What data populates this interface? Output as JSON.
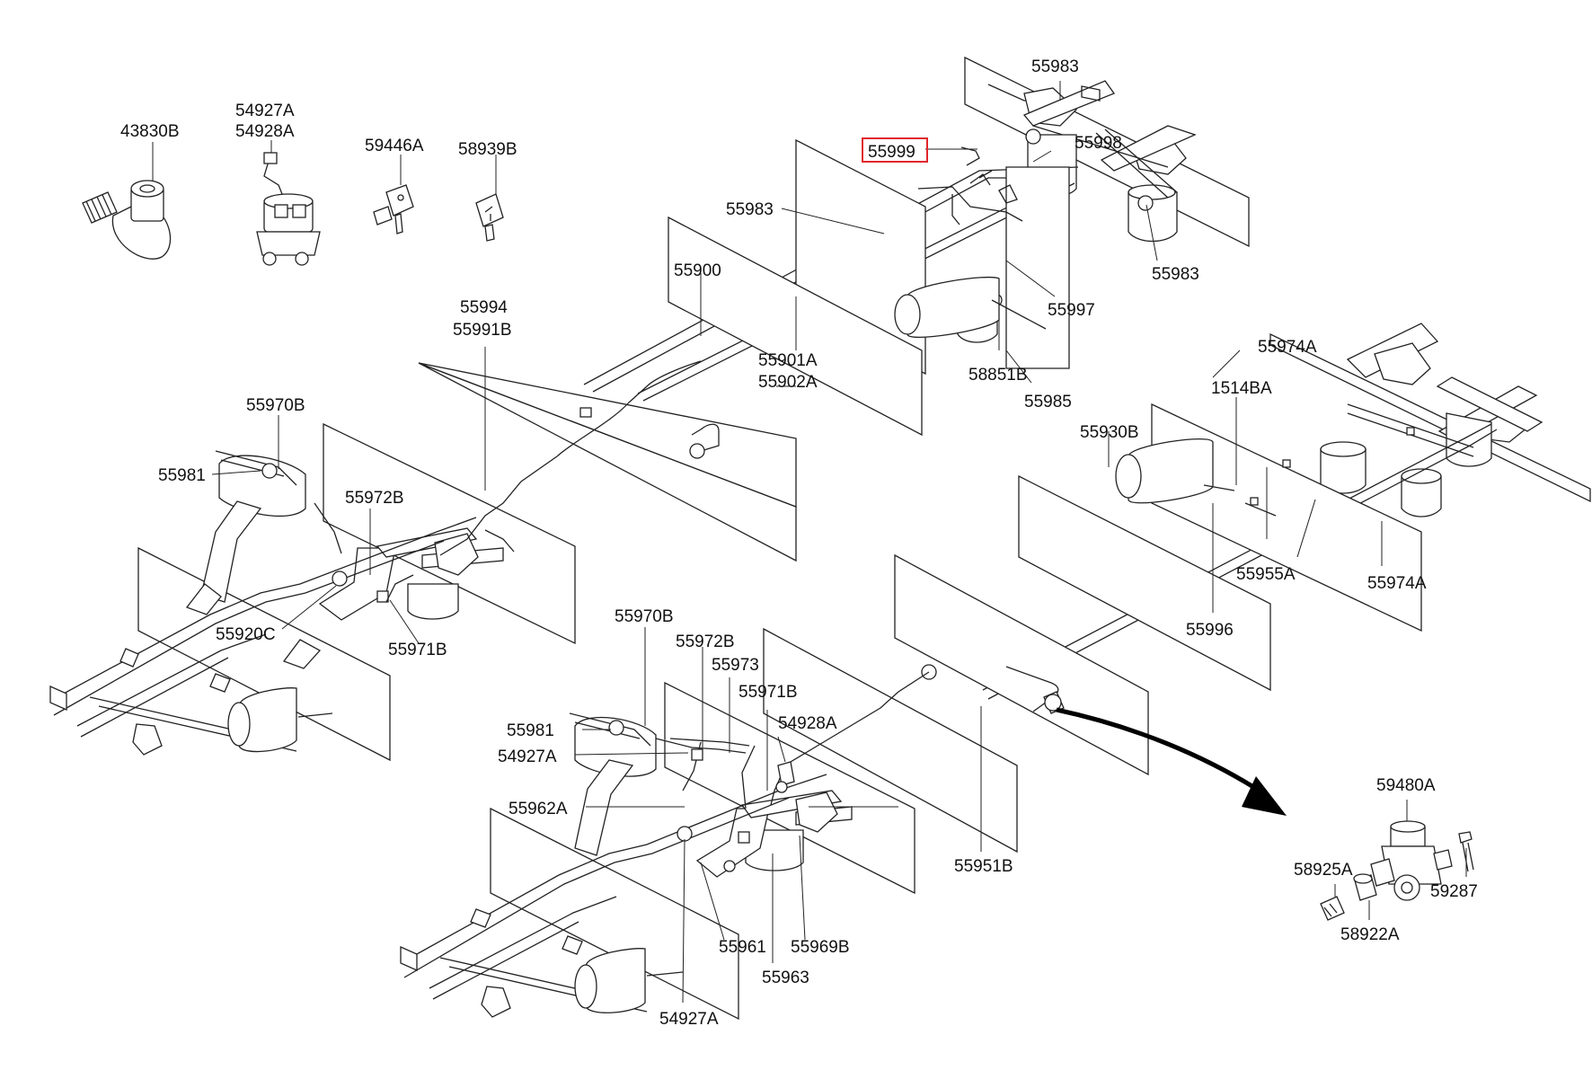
{
  "diagram": {
    "highlight_color": "#e0262b",
    "arrow_color": "#000000",
    "labels": {
      "p43830B": "43830B",
      "p54927A_top": "54927A",
      "p54928A_top": "54928A",
      "p59446A": "59446A",
      "p58939B": "58939B",
      "p55983_a": "55983",
      "p55999": "55999",
      "p55998": "55998",
      "p55983_b": "55983",
      "p55983_c": "55983",
      "p55900": "55900",
      "p55997": "55997",
      "p55994": "55994",
      "p55991B": "55991B",
      "p55901A": "55901A",
      "p55902A": "55902A",
      "p58851B": "58851B",
      "p55985": "55985",
      "p55974A_a": "55974A",
      "p1514BA": "1514BA",
      "p55970B_a": "55970B",
      "p55930B": "55930B",
      "p55981_a": "55981",
      "p55972B_a": "55972B",
      "p55955A": "55955A",
      "p55974A_b": "55974A",
      "p55920C": "55920C",
      "p55996": "55996",
      "p55971B_a": "55971B",
      "p55970B_b": "55970B",
      "p55972B_b": "55972B",
      "p55973": "55973",
      "p55971B_b": "55971B",
      "p54928A_mid": "54928A",
      "p55981_b": "55981",
      "p54927A_mid": "54927A",
      "p59480A": "59480A",
      "p55962A": "55962A",
      "p55951B": "55951B",
      "p58925A": "58925A",
      "p59287": "59287",
      "p58922A": "58922A",
      "p55961": "55961",
      "p55969B": "55969B",
      "p55963": "55963",
      "p54927A_bot": "54927A"
    }
  }
}
